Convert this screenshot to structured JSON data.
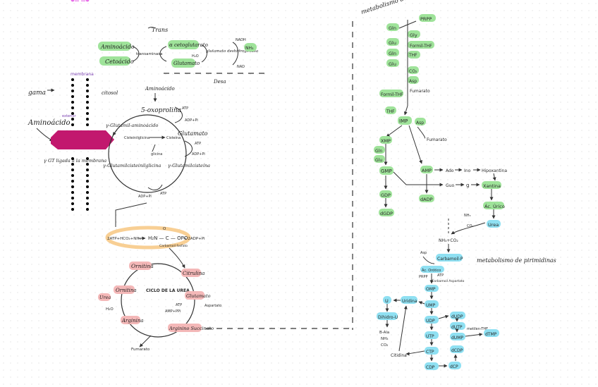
{
  "colors": {
    "green_highlight": "#9fe39a",
    "blue_highlight": "#8fe0f2",
    "pink_highlight": "#f4b8b8",
    "magenta": "#c2186e",
    "membrane": "#e86ce8",
    "orange_ring": "#f8cf94",
    "purple_text": "#7a3fb0",
    "ink": "#222222"
  },
  "icons": [
    "membrane-lipid-icon",
    "transporter-protein-icon"
  ],
  "trans": {
    "title": "Trans",
    "aminoacido": "Aminoácido",
    "cetoacido": "Cetoácido",
    "transaminasa": "transaminasa",
    "alfa_cetoglutarato": "α cetoglutarato",
    "glutamato": "Glutamato",
    "enzyme": "glutamato deshidrogenasa",
    "nadh": "NADH",
    "nh3": "NH₃",
    "h2o": "H₂O",
    "nad": "NAD",
    "desa": "Desa"
  },
  "gama": {
    "title": "gama",
    "membrana": "membrana",
    "citosol": "citosol",
    "exterior": "exterior",
    "aminoacido": "Aminoácido",
    "ligado": "γ GT ligada a la membrana",
    "aminoacido_top": "Aminoácido",
    "oxoprolina": "5-oxoprolina",
    "atp1": "ATP",
    "adp_pi1": "ADP+Pi",
    "g_glutamil_aminoacido": "γ-Glutamil-aminoácido",
    "cisteinilglicina": "Cisteinilglicina",
    "cisteina": "Cisteína",
    "glicina": "glicina",
    "glutamato": "Glutamato",
    "atp2": "ATP",
    "adp_pi2": "ADP+Pi",
    "g_glutamilcisteinilglicina": "γ-Glutamilcisteinilglicina",
    "g_glutamilcisteina": "γ-Glutamilcisteína",
    "atp3": "ATP",
    "adp_pi3": "ADP+Pi"
  },
  "carbamoil": {
    "left": "2ATP+HCO₃+NH₃",
    "h2n": "H₂N — C — OPO",
    "o": "O",
    "name": "Carbamoil fosfato",
    "right": "+ 2ADP+Pi"
  },
  "urea": {
    "center": "CICLO DE LA UREA",
    "ornitina_top": "Ornitina",
    "citrulina": "Citrulina",
    "ornitina_left": "Ornitina",
    "urea": "Urea",
    "h2o": "H₂O",
    "aspartato": "Aspartato",
    "atp": "ATP",
    "amp_pi": "AMP+PPi",
    "arginina": "Arginina",
    "arginino_succinato": "Arginino Succinato",
    "fumarato": "Fumarato"
  },
  "purinas": {
    "title": "metabolismo de purinas",
    "prpp": "PRPP",
    "gln": "Gln",
    "glu": "Glu",
    "gly": "Gly",
    "formil_thf1": "Formil-THF",
    "thf1": "THF",
    "co2": "CO₂",
    "asp": "Asp",
    "fumarato1": "Fumarato",
    "formil_thf2": "Formil-THF",
    "thf2": "THF",
    "imp": "IMP",
    "asp2": "Asp",
    "xmp": "XMP",
    "fumarato2": "Fumarato",
    "gln2": "Gln",
    "glu2": "Glu",
    "gmp": "GMP",
    "amp": "AMP",
    "ado": "Ado",
    "ino": "Ino",
    "hipoxantina": "Hipoxantina",
    "gdp": "GDP",
    "dgdp": "dGDP",
    "dadp": "dADP",
    "guo": "Guo",
    "g": "g",
    "xantina": "Xantina",
    "ac_urico": "Ác. Úrico",
    "urea": "Urea"
  },
  "pirimidinas": {
    "title": "metabolismo de pirimidinas",
    "nh3": "NH₃",
    "co2": "CO₂",
    "nh3_co2": "NH₃+CO₂",
    "carbamoil_p": "Carbamoil-P",
    "asp": "Asp",
    "ac_orotico": "Ác. Orótico",
    "prpp": "PRPP",
    "atp": "ATP",
    "carbamoil_note": "Carbamoil Aspartato",
    "omp": "OMP",
    "ump": "UMP",
    "u": "U",
    "uridina": "Uridina",
    "udp": "UDP",
    "utp": "UTP",
    "dihidro_u": "Dihidro-U",
    "b_ala": "B-Ala",
    "nh3_2": "NH₃",
    "co2_2": "CO₂",
    "dudp": "dUDP",
    "dutp": "dUTP",
    "dump": "dUMP",
    "metilen_thf": "metilen-THF",
    "dtmp": "dTMP",
    "ctp": "CTP",
    "cdp": "CDP",
    "dcdp": "dCDP",
    "dcp": "dCP",
    "citidina": "Citidina"
  }
}
